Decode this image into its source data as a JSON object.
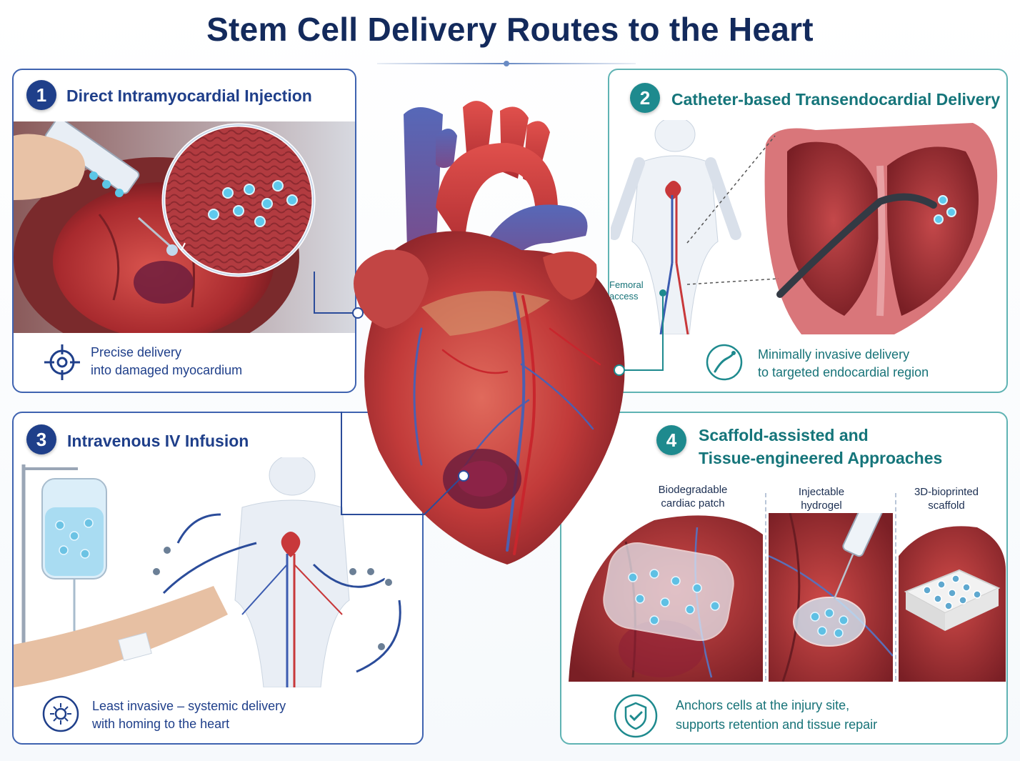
{
  "title": "Stem Cell Delivery Routes to the Heart",
  "panels": {
    "p1": {
      "number": "1",
      "title": "Direct Intramyocardial Injection",
      "caption_line1": "Precise delivery",
      "caption_line2": "into damaged myocardium",
      "icon": "crosshair-icon"
    },
    "p2": {
      "number": "2",
      "title": "Catheter-based Transendocardial Delivery",
      "access_line1": "Femoral",
      "access_line2": "access",
      "caption_line1": "Minimally invasive delivery",
      "caption_line2": "to targeted endocardial region",
      "icon": "catheter-icon"
    },
    "p3": {
      "number": "3",
      "title": "Intravenous IV Infusion",
      "caption_line1": "Least invasive – systemic delivery",
      "caption_line2": "with homing to the heart",
      "icon": "cell-homing-icon"
    },
    "p4": {
      "number": "4",
      "title_line1": "Scaffold-assisted and",
      "title_line2": "Tissue-engineered Approaches",
      "sub1_line1": "Biodegradable",
      "sub1_line2": "cardiac patch",
      "sub2_line1": "Injectable",
      "sub2_line2": "hydrogel",
      "sub3_line1": "3D-bioprinted",
      "sub3_line2": "scaffold",
      "caption_line1": "Anchors cells at the injury site,",
      "caption_line2": "supports retention and tissue repair",
      "icon": "shield-check-icon"
    }
  },
  "colors": {
    "navy": "#1f3f8a",
    "teal": "#1e8a8e",
    "heart_red": "#c8383a",
    "vein_blue": "#5668b8",
    "cell_blue": "#4fb6d6"
  }
}
